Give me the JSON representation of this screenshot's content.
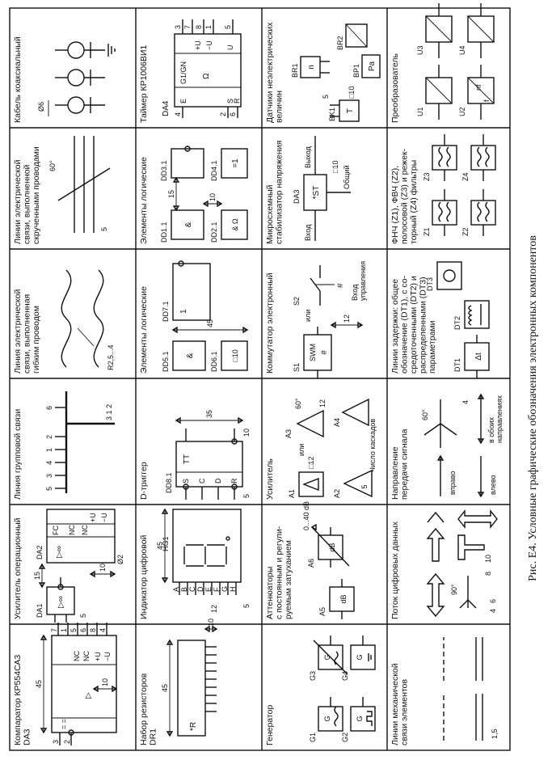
{
  "figure": {
    "caption": "Рис. Е4. Условные графические обозначения электронных компонентов",
    "columns": [
      [
        {
          "title_lines": [
            "Кабель коаксиальный"
          ],
          "labels": {
            "dia": "Ø6"
          }
        },
        {
          "title_lines": [
            "Таймер КР1006ВИ1"
          ],
          "labels": {
            "ref": "DA4",
            "pin4": "4",
            "pin3": "3",
            "pin7": "7",
            "pin8": "8",
            "pin1": "1",
            "pin5": "5",
            "pin2": "2",
            "pin6": "6",
            "e": "E",
            "g": "G1/GN",
            "omega": "Ω",
            "pu": "+U",
            "mu": "−U",
            "ur": "U",
            "r": "R",
            "s": "S"
          }
        },
        {
          "title_lines": [
            "Датчики неэлектрических",
            "величин"
          ],
          "labels": {
            "bk1": "BK1",
            "br1": "BR1",
            "br2": "BR2",
            "bp1": "BP1",
            "t": "T",
            "n": "n",
            "pa": "Pa",
            "dim": "□10",
            "dim5": "5"
          }
        },
        {
          "title_lines": [
            "Преобразователь"
          ],
          "labels": {
            "u1": "U1",
            "u2": "U2",
            "u3": "U3",
            "u4": "U4",
            "f": "f",
            "nf": "nf"
          }
        }
      ],
      [
        {
          "title_lines": [
            "Линии электрической",
            "связи, выполненной",
            "скрученными проводами"
          ],
          "labels": {
            "ang": "60°",
            "d": "5"
          }
        },
        {
          "title_lines": [
            "Элементы логические"
          ],
          "labels": {
            "dd11": "DD1.1",
            "dd21": "DD2.1",
            "dd31": "DD3.1",
            "dd41": "DD4.1",
            "amp": "&",
            "ampb": "& Ω",
            "eq": "=1",
            "d15": "15",
            "d10": "10"
          }
        },
        {
          "title_lines": [
            "Микросхемный",
            "стабилизатор напряжения"
          ],
          "labels": {
            "ref": "DA3",
            "st": "*ST",
            "in": "Вход",
            "out": "Выход",
            "com": "Общий",
            "dim": "□10"
          }
        },
        {
          "title_lines": [
            "ФНЧ (Z1), ФВЧ (Z2),",
            "полосовой (Z3) и режек-",
            "торный (Z4) фильтры"
          ],
          "labels": {
            "z1": "Z1",
            "z2": "Z2",
            "z3": "Z3",
            "z4": "Z4"
          }
        }
      ],
      [
        {
          "title_lines": [
            "Линия электрической",
            "связи, выполненная",
            "гибким проводом"
          ],
          "labels": {
            "r": "R2,5...4"
          }
        },
        {
          "title_lines": [
            "Элементы логические"
          ],
          "labels": {
            "dd51": "DD5.1",
            "dd61": "DD6.1",
            "dd71": "DD7.1",
            "amp": "&",
            "one": "1",
            "dim": "□10",
            "d45": "45"
          }
        },
        {
          "title_lines": [
            "Коммутатор электронный"
          ],
          "labels": {
            "s1": "S1",
            "s2": "S2",
            "swm": "SWM",
            "hash": "#",
            "or": "или",
            "ctl1": "Вход",
            "ctl2": "управления",
            "d12": "12"
          }
        },
        {
          "title_lines": [
            "Линии задержки: общее",
            "обозначение (DT1), с со-",
            "средоточенными (DT2) и",
            "распределенными (DT3)",
            "параметрами"
          ],
          "labels": {
            "dt1": "DT1",
            "dt2": "DT2",
            "dt3": "DT3",
            "dt": "Δt"
          }
        }
      ],
      [
        {
          "title_lines": [
            "Линия групповой связи"
          ],
          "labels": {
            "n5": "5",
            "n3": "3",
            "n4": "4",
            "n1": "1",
            "n2": "2",
            "n6": "6",
            "top": "3 1 2"
          }
        },
        {
          "title_lines": [
            "D-триггер"
          ],
          "labels": {
            "ref": "DD8.1",
            "tt": "TT",
            "s": "S",
            "c": "C",
            "d": "D",
            "r": "R",
            "d35": "35",
            "d10": "10",
            "d5": "5"
          }
        },
        {
          "title_lines": [
            "Усилитель"
          ],
          "labels": {
            "a1": "A1",
            "a2": "A2",
            "a3": "A3",
            "a4": "A4",
            "or": "или",
            "ang": "60°",
            "d12": "□12",
            "d12b": "12",
            "n": "Число каскадов",
            "five": "5"
          }
        },
        {
          "title_lines": [
            "Направление",
            "передачи сигнала"
          ],
          "labels": {
            "right": "вправо",
            "left": "влево",
            "both1": "в обоих",
            "both2": "направлениях",
            "ang": "60°",
            "d4": "4"
          }
        }
      ],
      [
        {
          "title_lines": [
            "Усилитель операционный"
          ],
          "labels": {
            "da1": "DA1",
            "da2": "DA2",
            "fc": "FC",
            "nc": "NC",
            "pu": "+U",
            "mu": "−U",
            "dia": "Ø2",
            "d15": "15",
            "d10": "10",
            "d5": "5"
          }
        },
        {
          "title_lines": [
            "Индикатор цифровой"
          ],
          "labels": {
            "ref": "HG1",
            "d45": "45",
            "d12": "12",
            "d5": "5",
            "a": "A",
            "b": "B",
            "c": "C",
            "d": "D",
            "e": "E",
            "f": "F",
            "g": "G",
            "h": "H"
          }
        },
        {
          "title_lines": [
            "Аттенюаторы",
            "с постоянным и регули-",
            "руемым затуханием"
          ],
          "labels": {
            "a5": "A5",
            "a6": "A6",
            "db": "dB",
            "range": "0...40 dB"
          }
        },
        {
          "title_lines": [
            "Поток цифровых данных"
          ],
          "labels": {
            "ang": "90°",
            "d8": "8",
            "d10": "10",
            "d4": "4",
            "d6": "6"
          }
        }
      ],
      [
        {
          "title_lines": [
            "Компаратор КР554СА3",
            "DA3"
          ],
          "labels": {
            "d45": "45",
            "d10": "10",
            "p3": "3",
            "p2": "2",
            "p7": "7",
            "p1": "1",
            "p5": "5",
            "p6": "6",
            "p8": "8",
            "p4": "4",
            "nc": "NC",
            "pu": "+U",
            "mu": "−U",
            "eq": "= ="
          }
        },
        {
          "title_lines": [
            "Набор резисторов",
            "DR1"
          ],
          "labels": {
            "r": "*R",
            "d45": "45",
            "d10": "10"
          }
        },
        {
          "title_lines": [
            "Генератор"
          ],
          "labels": {
            "g1": "G1",
            "g2": "G2",
            "g3": "G3",
            "g4": "G4",
            "g": "G"
          }
        },
        {
          "title_lines": [
            "Линии механической",
            "связи элементов"
          ],
          "labels": {
            "d15": "1,5"
          }
        }
      ]
    ]
  }
}
